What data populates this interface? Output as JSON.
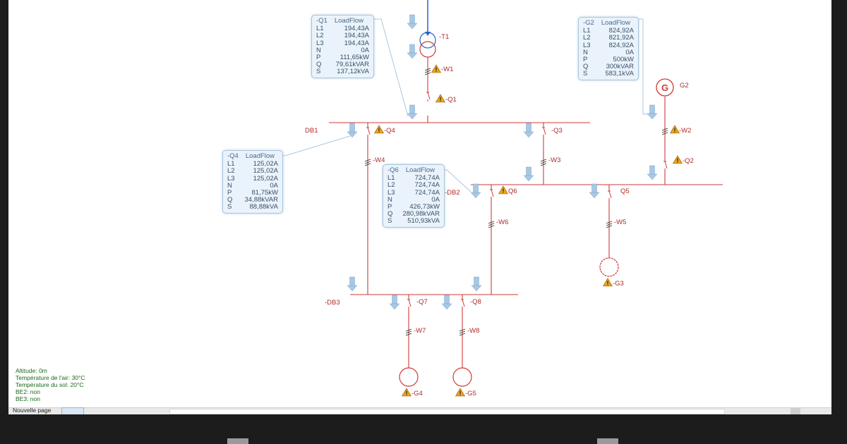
{
  "loadflow_q1": {
    "title_id": "-Q1",
    "title_label": "LoadFlow",
    "rows": [
      {
        "k": "L1",
        "v": "194,43A"
      },
      {
        "k": "L2",
        "v": "194,43A"
      },
      {
        "k": "L3",
        "v": "194,43A"
      },
      {
        "k": "N",
        "v": "0A"
      },
      {
        "k": "P",
        "v": "111,65kW"
      },
      {
        "k": "Q",
        "v": "79,61kVAR"
      },
      {
        "k": "S",
        "v": "137,12kVA"
      }
    ]
  },
  "loadflow_g2": {
    "title_id": "-G2",
    "title_label": "LoadFlow",
    "rows": [
      {
        "k": "L1",
        "v": "824,92A"
      },
      {
        "k": "L2",
        "v": "821,92A"
      },
      {
        "k": "L3",
        "v": "824,92A"
      },
      {
        "k": "N",
        "v": "0A"
      },
      {
        "k": "P",
        "v": "500kW"
      },
      {
        "k": "Q",
        "v": "300kVAR"
      },
      {
        "k": "S",
        "v": "583,1kVA"
      }
    ]
  },
  "loadflow_q4": {
    "title_id": "-Q4",
    "title_label": "LoadFlow",
    "rows": [
      {
        "k": "L1",
        "v": "125,02A"
      },
      {
        "k": "L2",
        "v": "125,02A"
      },
      {
        "k": "L3",
        "v": "125,02A"
      },
      {
        "k": "N",
        "v": "0A"
      },
      {
        "k": "P",
        "v": "81,75kW"
      },
      {
        "k": "Q",
        "v": "34,88kVAR"
      },
      {
        "k": "S",
        "v": "88,88kVA"
      }
    ]
  },
  "loadflow_q6": {
    "title_id": "-Q6",
    "title_label": "LoadFlow",
    "rows": [
      {
        "k": "L1",
        "v": "724,74A"
      },
      {
        "k": "L2",
        "v": "724,74A"
      },
      {
        "k": "L3",
        "v": "724,74A"
      },
      {
        "k": "N",
        "v": "0A"
      },
      {
        "k": "P",
        "v": "426,73kW"
      },
      {
        "k": "Q",
        "v": "280,98kVAR"
      },
      {
        "k": "S",
        "v": "510,93kVA"
      }
    ]
  },
  "labels": {
    "t1": "-T1",
    "w1": "-W1",
    "q1": "-Q1",
    "db1": "DB1",
    "q4": "-Q4",
    "q3": "-Q3",
    "w4": "-W4",
    "w3": "-W3",
    "g2": "G2",
    "w2": "-W2",
    "q2": "-Q2",
    "db2": "-DB2",
    "q6": "Q6",
    "q5": "Q5",
    "w6": "-W6",
    "w5": "-W5",
    "g3": "-G3",
    "db3": "-DB3",
    "q7": "-Q7",
    "q8": "-Q8",
    "w7": "-W7",
    "w8": "-W8",
    "g4": "-G4",
    "g5": "-G5",
    "g2_symbol": "G"
  },
  "status": {
    "altitude": "Altitude: 0m",
    "air_temp": "Température de l'air: 30°C",
    "soil_temp": "Température du sol: 20°C",
    "be2": "BE2: non",
    "be3": "BE3: non"
  },
  "page_tab": "Nouvelle page",
  "colors": {
    "line": "#d23a3a",
    "arrow": "#a8c8e4",
    "warning": "#f0a31b",
    "box_bg": "#eaf3fb"
  }
}
